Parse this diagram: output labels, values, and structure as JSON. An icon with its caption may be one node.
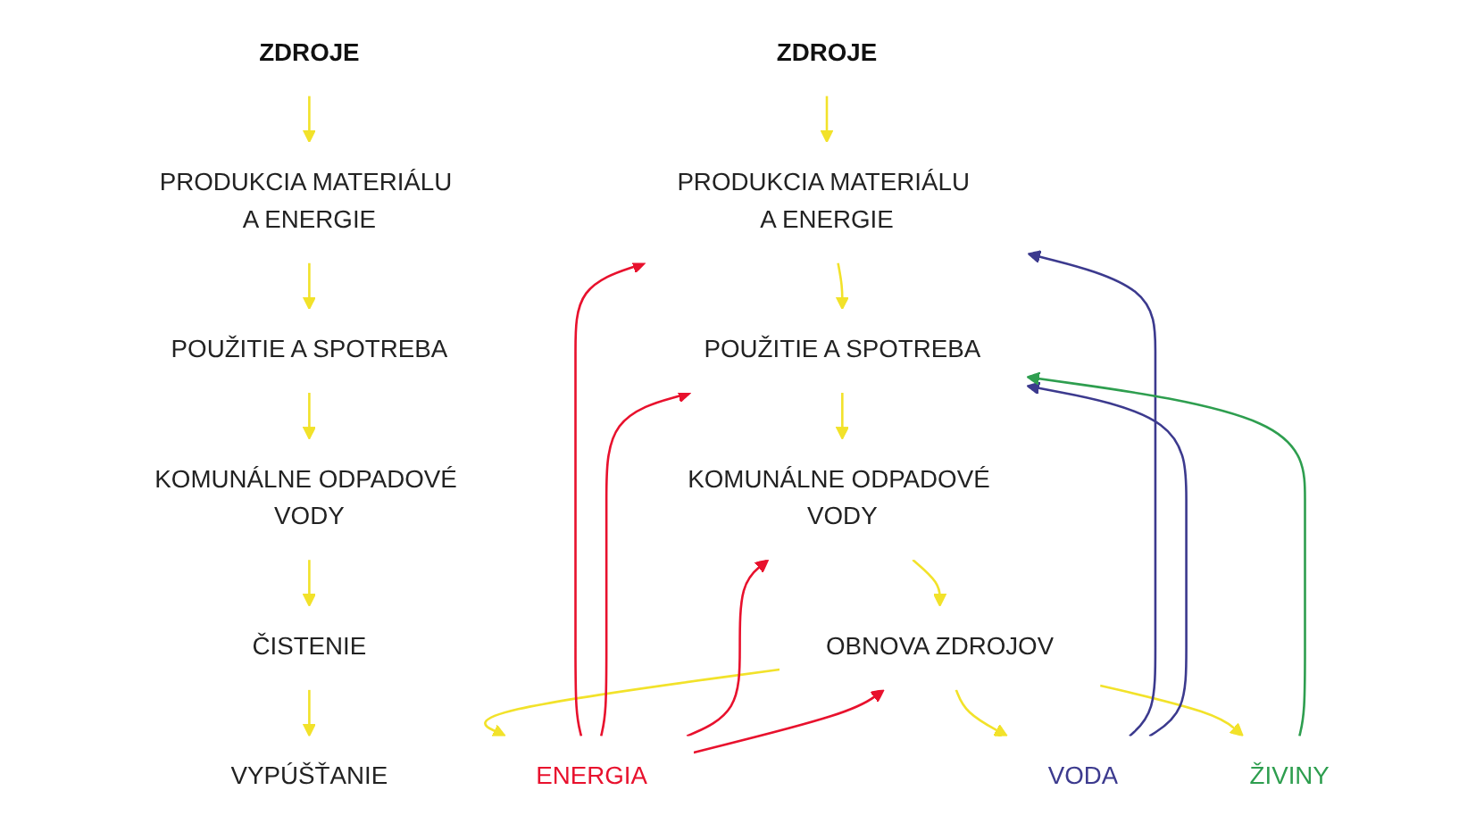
{
  "diagram": {
    "nodes": [
      {
        "text": [
          "ZDROJE"
        ]
      },
      {
        "text": [
          "PRODUKCIA MATERIÁLU A ENERGIE"
        ]
      },
      {
        "text": [
          "POUŽITIE A SPOTREBA"
        ]
      },
      {
        "text": [
          "KOMUNÁLNE ODPADOVÉ VODY"
        ]
      },
      {
        "text": [
          "ČISTENIE"
        ]
      },
      {
        "text": [
          "VYPÚŠŤANIE"
        ]
      },
      {
        "text": [
          "ZDROJE"
        ]
      },
      {
        "text": [
          "PRODUKCIA MATERIÁLU A ENERGIE"
        ]
      },
      {
        "text": [
          "POUŽITIE A SPOTREBA"
        ]
      },
      {
        "text": [
          "KOMUNÁLNE ODPADOVÉ VODY"
        ]
      },
      {
        "text": [
          "OBNOVA ZDROJOV"
        ]
      },
      {
        "text": [
          "ENERGIA"
        ]
      },
      {
        "text": [
          "VODA"
        ]
      },
      {
        "text": [
          "ŽIVINY"
        ]
      }
    ],
    "edges": [
      {
        "from": 0,
        "to": 1,
        "arrow": "to"
      },
      {
        "from": 1,
        "to": 2,
        "arrow": "to"
      },
      {
        "from": 2,
        "to": 3,
        "arrow": "to"
      },
      {
        "from": 3,
        "to": 4,
        "arrow": "to"
      },
      {
        "from": 4,
        "to": 5,
        "arrow": "to"
      },
      {
        "from": 6,
        "to": 7,
        "arrow": "to"
      },
      {
        "from": 7,
        "to": 8,
        "arrow": "to"
      },
      {
        "from": 8,
        "to": 9,
        "arrow": "to"
      },
      {
        "from": 9,
        "to": 10,
        "arrow": "to"
      },
      {
        "from": 10,
        "to": 11,
        "arrow": "to"
      },
      {
        "from": 10,
        "to": 12,
        "arrow": "to"
      },
      {
        "from": 10,
        "to": 13,
        "arrow": "to"
      },
      {
        "from": 11,
        "to": 7,
        "arrow": "to",
        "color": "#e8112d"
      },
      {
        "from": 11,
        "to": 8,
        "arrow": "to",
        "color": "#e8112d"
      },
      {
        "from": 11,
        "to": 9,
        "arrow": "to",
        "color": "#e8112d"
      },
      {
        "from": 11,
        "to": 10,
        "arrow": "to",
        "color": "#e8112d"
      },
      {
        "from": 12,
        "to": 7,
        "arrow": "to",
        "color": "#3c3a8e"
      },
      {
        "from": 12,
        "to": 8,
        "arrow": "to",
        "color": "#3c3a8e"
      },
      {
        "from": 13,
        "to": 8,
        "arrow": "to",
        "color": "#2e9e4f"
      }
    ]
  }
}
